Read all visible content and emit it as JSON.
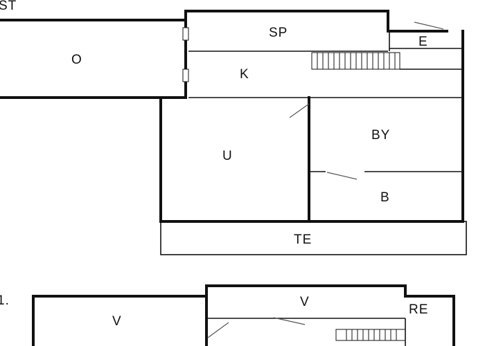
{
  "floor_labels": {
    "upper_cut": "ST",
    "lower_cut": "1."
  },
  "rooms": {
    "o": "O",
    "sp": "SP",
    "e": "E",
    "k": "K",
    "u": "U",
    "by": "BY",
    "b": "B",
    "te": "TE",
    "v_left": "V",
    "v_top": "V",
    "re": "RE"
  },
  "colors": {
    "wall": "#111111",
    "background": "#ffffff"
  }
}
